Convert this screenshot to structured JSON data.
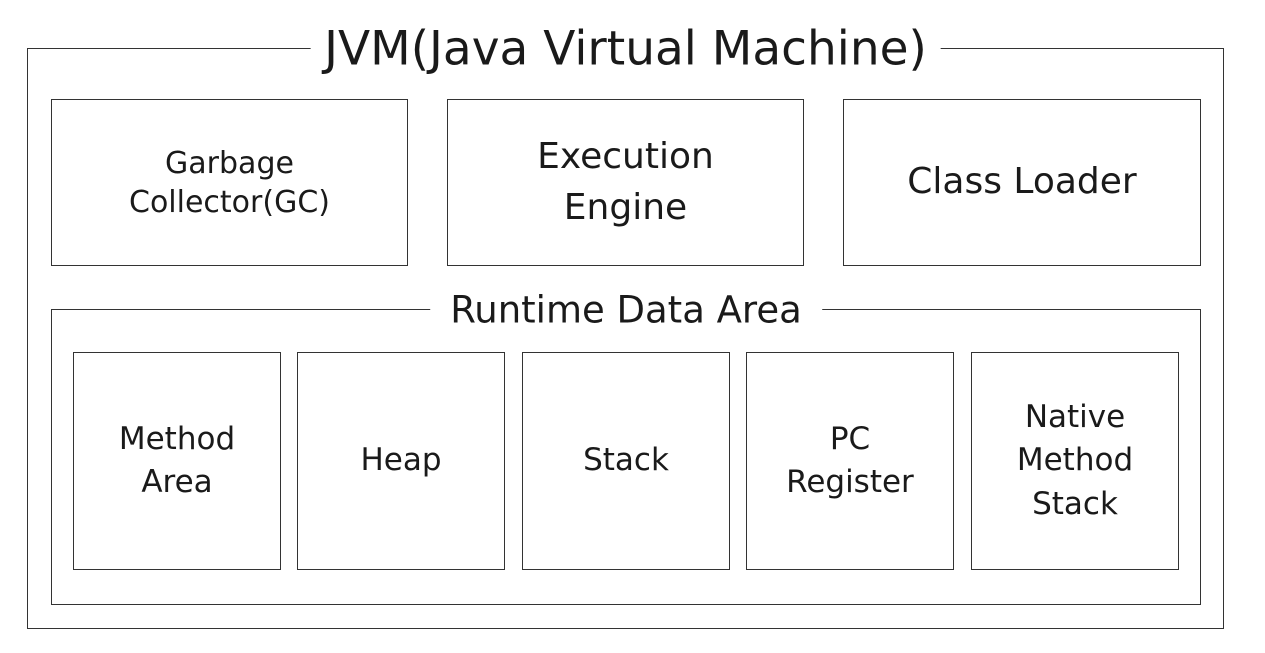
{
  "jvm": {
    "title": "JVM(Java Virtual Machine)",
    "components": [
      {
        "lines": [
          "Garbage",
          "Collector(GC)"
        ]
      },
      {
        "lines": [
          "Execution",
          "Engine"
        ]
      },
      {
        "lines": [
          "Class Loader"
        ]
      }
    ]
  },
  "runtime_data_area": {
    "title": "Runtime Data Area",
    "areas": [
      {
        "lines": [
          "Method",
          "Area"
        ]
      },
      {
        "lines": [
          "Heap"
        ]
      },
      {
        "lines": [
          "Stack"
        ]
      },
      {
        "lines": [
          "PC",
          "Register"
        ]
      },
      {
        "lines": [
          "Native",
          "Method",
          "Stack"
        ]
      }
    ]
  }
}
